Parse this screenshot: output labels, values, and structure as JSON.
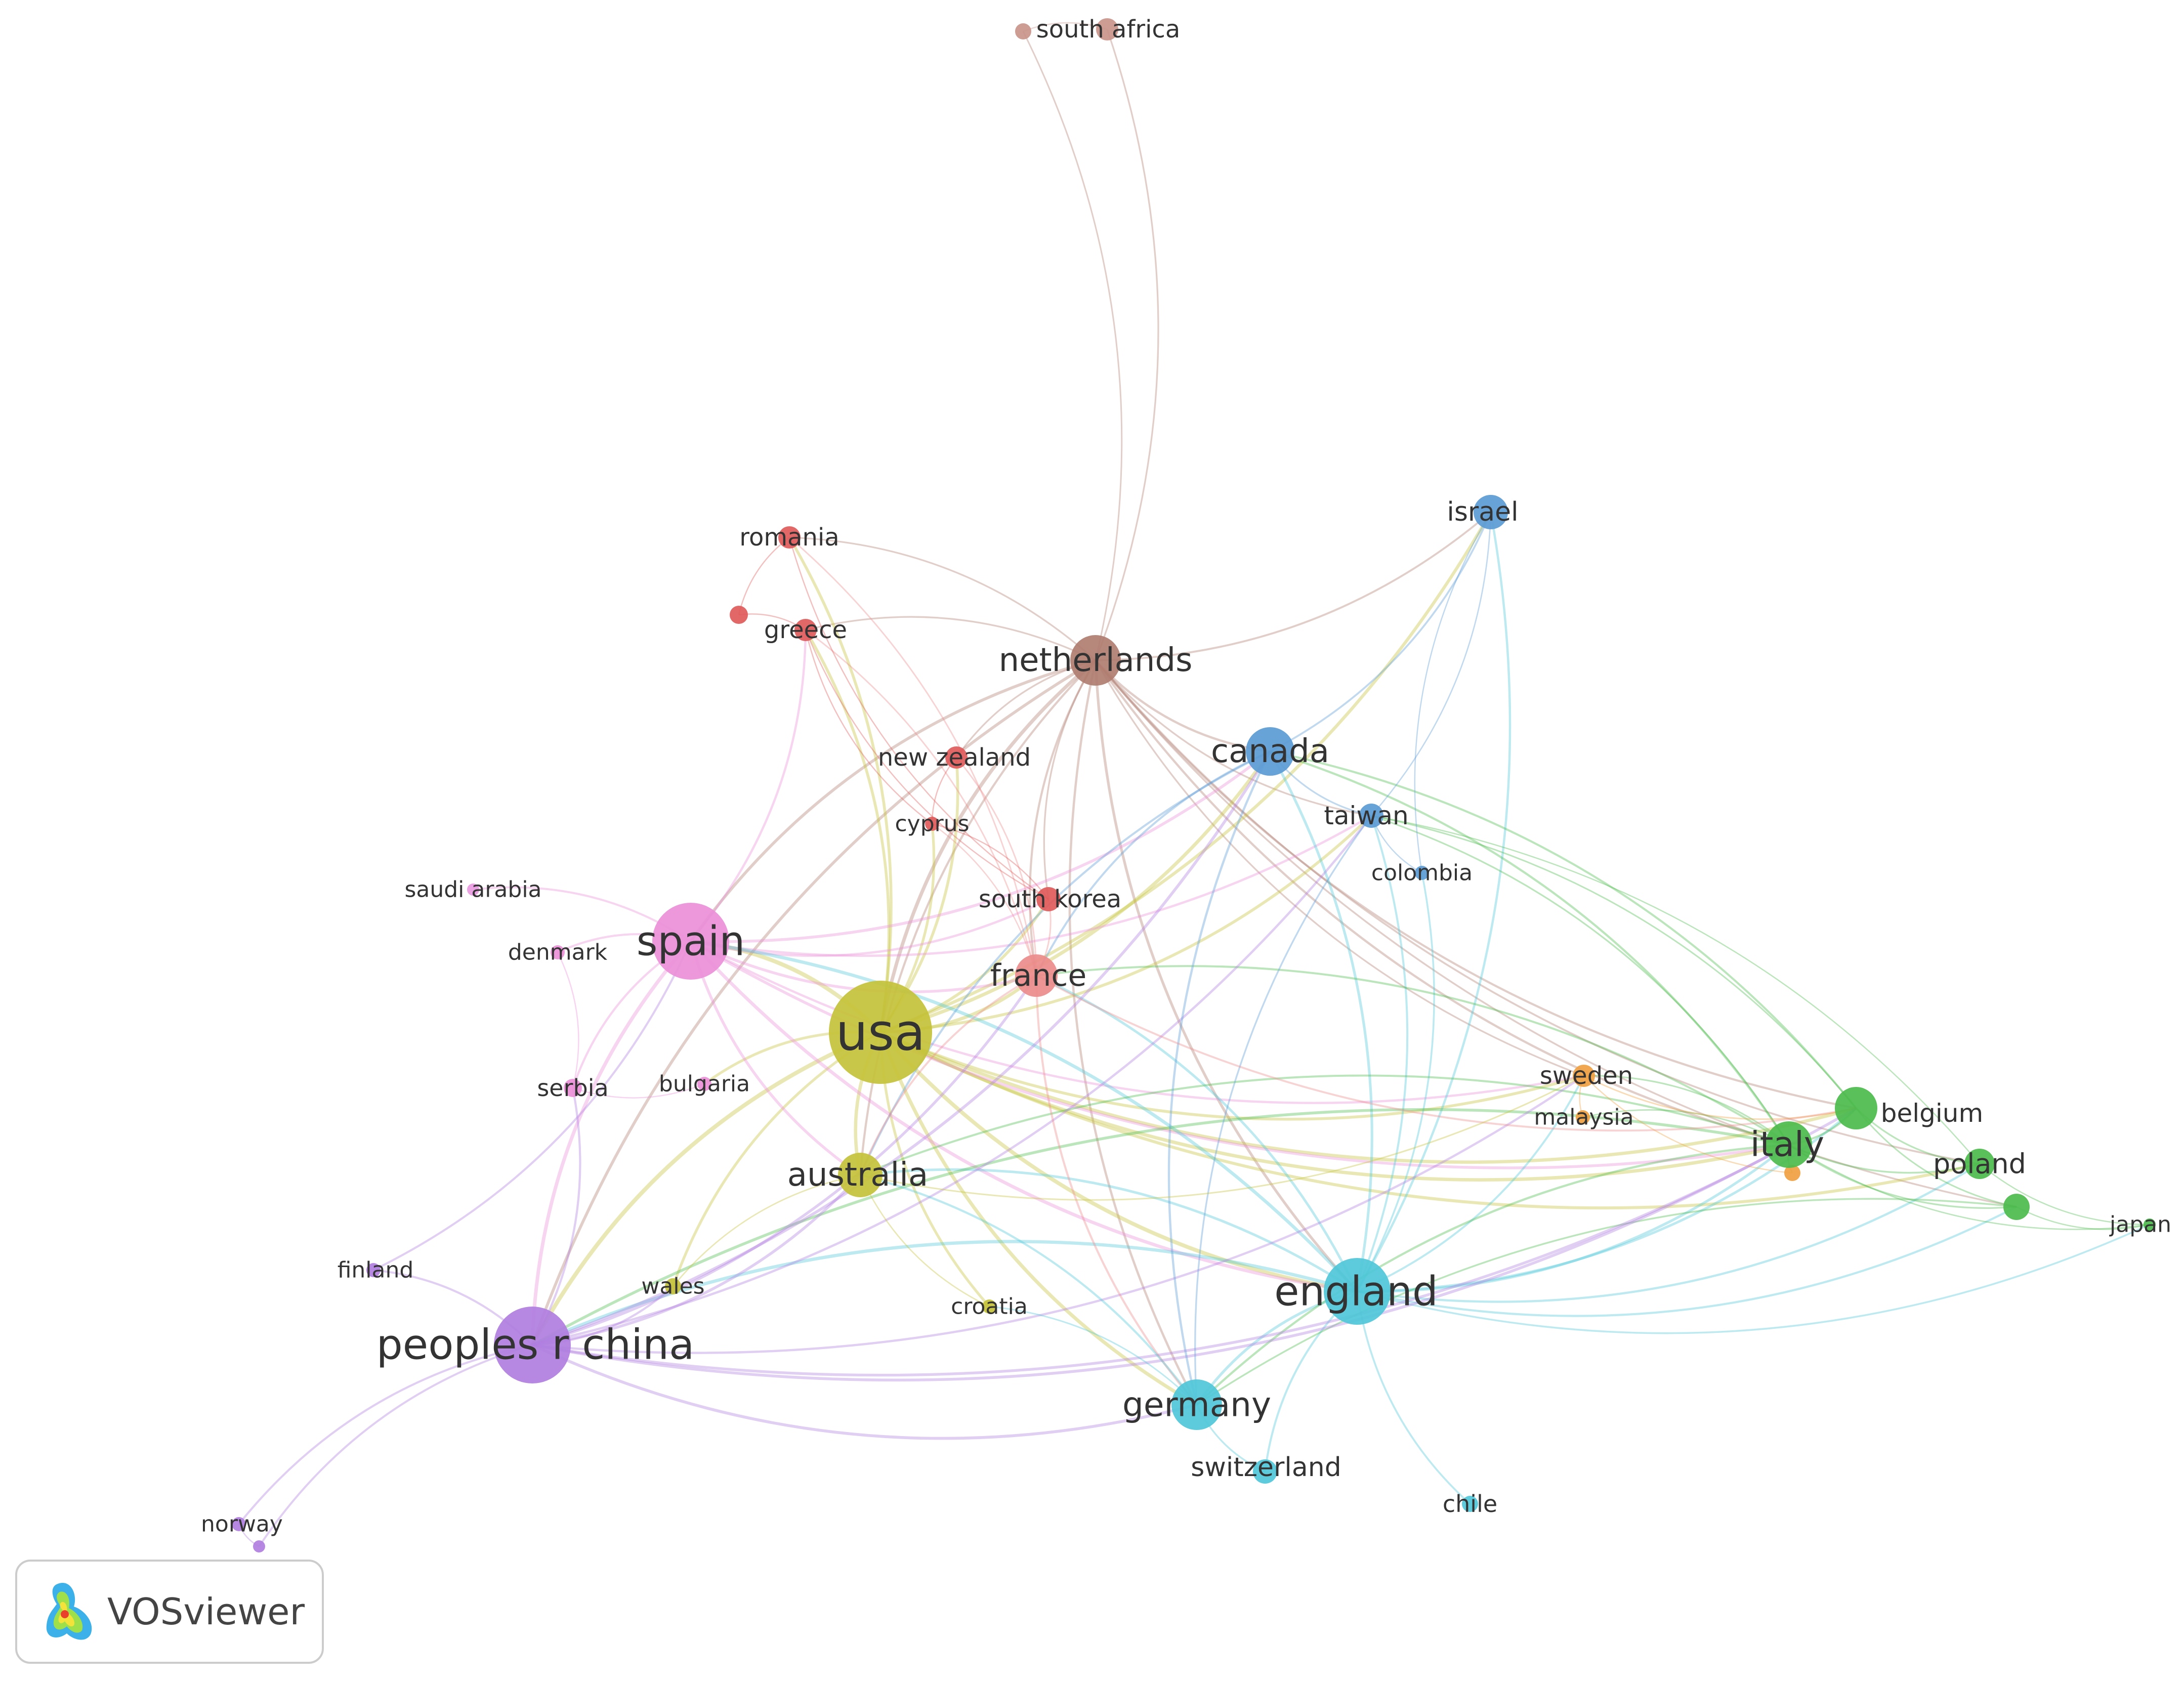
{
  "nodes": [
    {
      "id": "south_africa",
      "label": "south africa",
      "color": "#c9948a",
      "size": 1
    },
    {
      "id": "sa_small",
      "label": "",
      "color": "#c9948a",
      "size": 0
    },
    {
      "id": "romania",
      "label": "romania",
      "color": "#e05a5a",
      "size": 1
    },
    {
      "id": "red_small",
      "label": "",
      "color": "#e05a5a",
      "size": 0
    },
    {
      "id": "greece",
      "label": "greece",
      "color": "#e05a5a",
      "size": 1
    },
    {
      "id": "netherlands",
      "label": "netherlands",
      "color": "#b07d70",
      "size": 4
    },
    {
      "id": "israel",
      "label": "israel",
      "color": "#5b9bd5",
      "size": 2
    },
    {
      "id": "canada",
      "label": "canada",
      "color": "#5b9bd5",
      "size": 3
    },
    {
      "id": "taiwan",
      "label": "taiwan",
      "color": "#5b9bd5",
      "size": 1
    },
    {
      "id": "colombia",
      "label": "colombia",
      "color": "#5b9bd5",
      "size": 0
    },
    {
      "id": "new_zealand",
      "label": "new zealand",
      "color": "#e05a5a",
      "size": 1
    },
    {
      "id": "cyprus",
      "label": "cyprus",
      "color": "#e05a5a",
      "size": 0
    },
    {
      "id": "saudi_arabia",
      "label": "saudi arabia",
      "color": "#e89ae0",
      "size": 0
    },
    {
      "id": "spain",
      "label": "spain",
      "color": "#ea8fd8",
      "size": 6
    },
    {
      "id": "denmark",
      "label": "denmark",
      "color": "#ea8fd8",
      "size": 0
    },
    {
      "id": "south_korea",
      "label": "south korea",
      "color": "#e05a5a",
      "size": 1
    },
    {
      "id": "france",
      "label": "france",
      "color": "#ec8b8b",
      "size": 3
    },
    {
      "id": "usa",
      "label": "usa",
      "color": "#c4c23a",
      "size": 9
    },
    {
      "id": "serbia",
      "label": "serbia",
      "color": "#ea8fd8",
      "size": 1
    },
    {
      "id": "bulgaria",
      "label": "bulgaria",
      "color": "#ea8fd8",
      "size": 0
    },
    {
      "id": "sweden",
      "label": "sweden",
      "color": "#f0a040",
      "size": 1
    },
    {
      "id": "malaysia",
      "label": "malaysia",
      "color": "#f0a040",
      "size": 0
    },
    {
      "id": "orange_small",
      "label": "",
      "color": "#f0a040",
      "size": 0
    },
    {
      "id": "belgium",
      "label": "belgium",
      "color": "#4cbb4c",
      "size": 3
    },
    {
      "id": "italy",
      "label": "italy",
      "color": "#4cbb4c",
      "size": 3
    },
    {
      "id": "poland",
      "label": "poland",
      "color": "#4cbb4c",
      "size": 2
    },
    {
      "id": "green_small",
      "label": "",
      "color": "#4cbb4c",
      "size": 1
    },
    {
      "id": "japan",
      "label": "japan",
      "color": "#4cbb4c",
      "size": 0
    },
    {
      "id": "australia",
      "label": "australia",
      "color": "#c4c23a",
      "size": 3
    },
    {
      "id": "finland",
      "label": "finland",
      "color": "#b07ee0",
      "size": 0
    },
    {
      "id": "wales",
      "label": "wales",
      "color": "#c4c23a",
      "size": 0
    },
    {
      "id": "croatia",
      "label": "croatia",
      "color": "#c4c23a",
      "size": 0
    },
    {
      "id": "england",
      "label": "england",
      "color": "#4fc7d8",
      "size": 6
    },
    {
      "id": "peoples_r_china",
      "label": "peoples r china",
      "color": "#b07ee0",
      "size": 8
    },
    {
      "id": "germany",
      "label": "germany",
      "color": "#4fc7d8",
      "size": 4
    },
    {
      "id": "switzerland",
      "label": "switzerland",
      "color": "#4fc7d8",
      "size": 1
    },
    {
      "id": "chile",
      "label": "chile",
      "color": "#4fc7d8",
      "size": 0
    },
    {
      "id": "norway",
      "label": "norway",
      "color": "#b07ee0",
      "size": 0
    },
    {
      "id": "purple_small",
      "label": "",
      "color": "#b07ee0",
      "size": 0
    }
  ],
  "links": [
    [
      "netherlands",
      "south_africa"
    ],
    [
      "netherlands",
      "sa_small"
    ],
    [
      "netherlands",
      "romania"
    ],
    [
      "netherlands",
      "greece"
    ],
    [
      "netherlands",
      "israel"
    ],
    [
      "netherlands",
      "canada"
    ],
    [
      "netherlands",
      "spain"
    ],
    [
      "netherlands",
      "usa"
    ],
    [
      "netherlands",
      "france"
    ],
    [
      "netherlands",
      "england"
    ],
    [
      "netherlands",
      "italy"
    ],
    [
      "netherlands",
      "belgium"
    ],
    [
      "netherlands",
      "poland"
    ],
    [
      "netherlands",
      "green_small"
    ],
    [
      "netherlands",
      "sweden"
    ],
    [
      "netherlands",
      "australia"
    ],
    [
      "netherlands",
      "peoples_r_china"
    ],
    [
      "netherlands",
      "germany"
    ],
    [
      "netherlands",
      "new_zealand"
    ],
    [
      "netherlands",
      "taiwan"
    ],
    [
      "netherlands",
      "south_korea"
    ],
    [
      "usa",
      "spain"
    ],
    [
      "usa",
      "canada"
    ],
    [
      "usa",
      "england"
    ],
    [
      "usa",
      "australia"
    ],
    [
      "usa",
      "peoples_r_china"
    ],
    [
      "usa",
      "france"
    ],
    [
      "usa",
      "italy"
    ],
    [
      "usa",
      "belgium"
    ],
    [
      "usa",
      "germany"
    ],
    [
      "usa",
      "romania"
    ],
    [
      "usa",
      "greece"
    ],
    [
      "usa",
      "israel"
    ],
    [
      "usa",
      "new_zealand"
    ],
    [
      "usa",
      "cyprus"
    ],
    [
      "usa",
      "south_korea"
    ],
    [
      "usa",
      "taiwan"
    ],
    [
      "usa",
      "sweden"
    ],
    [
      "usa",
      "wales"
    ],
    [
      "usa",
      "croatia"
    ],
    [
      "usa",
      "bulgaria"
    ],
    [
      "usa",
      "poland"
    ],
    [
      "spain",
      "peoples_r_china"
    ],
    [
      "spain",
      "france"
    ],
    [
      "spain",
      "canada"
    ],
    [
      "spain",
      "taiwan"
    ],
    [
      "spain",
      "italy"
    ],
    [
      "spain",
      "england"
    ],
    [
      "spain",
      "australia"
    ],
    [
      "spain",
      "saudi_arabia"
    ],
    [
      "spain",
      "denmark"
    ],
    [
      "spain",
      "serbia"
    ],
    [
      "spain",
      "sweden"
    ],
    [
      "spain",
      "greece"
    ],
    [
      "spain",
      "south_korea"
    ],
    [
      "england",
      "italy"
    ],
    [
      "england",
      "belgium"
    ],
    [
      "england",
      "poland"
    ],
    [
      "england",
      "green_small"
    ],
    [
      "england",
      "germany"
    ],
    [
      "england",
      "switzerland"
    ],
    [
      "england",
      "chile"
    ],
    [
      "england",
      "canada"
    ],
    [
      "england",
      "peoples_r_china"
    ],
    [
      "england",
      "australia"
    ],
    [
      "england",
      "france"
    ],
    [
      "england",
      "taiwan"
    ],
    [
      "england",
      "colombia"
    ],
    [
      "england",
      "sweden"
    ],
    [
      "england",
      "israel"
    ],
    [
      "england",
      "japan"
    ],
    [
      "england",
      "spain"
    ],
    [
      "italy",
      "belgium"
    ],
    [
      "italy",
      "poland"
    ],
    [
      "italy",
      "green_small"
    ],
    [
      "italy",
      "japan"
    ],
    [
      "italy",
      "sweden"
    ],
    [
      "italy",
      "canada"
    ],
    [
      "italy",
      "taiwan"
    ],
    [
      "italy",
      "france"
    ],
    [
      "italy",
      "germany"
    ],
    [
      "italy",
      "australia"
    ],
    [
      "italy",
      "peoples_r_china"
    ],
    [
      "italy",
      "malaysia"
    ],
    [
      "italy",
      "orange_small"
    ],
    [
      "belgium",
      "poland"
    ],
    [
      "belgium",
      "green_small"
    ],
    [
      "belgium",
      "taiwan"
    ],
    [
      "belgium",
      "canada"
    ],
    [
      "poland",
      "japan"
    ],
    [
      "green_small",
      "japan"
    ],
    [
      "green_small",
      "germany"
    ],
    [
      "poland",
      "taiwan"
    ],
    [
      "peoples_r_china",
      "australia"
    ],
    [
      "peoples_r_china",
      "finland"
    ],
    [
      "peoples_r_china",
      "wales"
    ],
    [
      "peoples_r_china",
      "norway"
    ],
    [
      "peoples_r_china",
      "purple_small"
    ],
    [
      "peoples_r_china",
      "germany"
    ],
    [
      "peoples_r_china",
      "serbia"
    ],
    [
      "peoples_r_china",
      "france"
    ],
    [
      "peoples_r_china",
      "canada"
    ],
    [
      "peoples_r_china",
      "italy"
    ],
    [
      "peoples_r_china",
      "belgium"
    ],
    [
      "peoples_r_china",
      "sweden"
    ],
    [
      "peoples_r_china",
      "taiwan"
    ],
    [
      "canada",
      "israel"
    ],
    [
      "canada",
      "taiwan"
    ],
    [
      "canada",
      "germany"
    ],
    [
      "canada",
      "australia"
    ],
    [
      "canada",
      "france"
    ],
    [
      "taiwan",
      "israel"
    ],
    [
      "taiwan",
      "colombia"
    ],
    [
      "taiwan",
      "germany"
    ],
    [
      "france",
      "south_korea"
    ],
    [
      "france",
      "new_zealand"
    ],
    [
      "france",
      "greece"
    ],
    [
      "france",
      "romania"
    ],
    [
      "france",
      "belgium"
    ],
    [
      "france",
      "cyprus"
    ],
    [
      "france",
      "germany"
    ],
    [
      "france",
      "australia"
    ],
    [
      "germany",
      "switzerland"
    ],
    [
      "germany",
      "australia"
    ],
    [
      "germany",
      "croatia"
    ],
    [
      "australia",
      "wales"
    ],
    [
      "australia",
      "croatia"
    ],
    [
      "australia",
      "sweden"
    ],
    [
      "greece",
      "red_small"
    ],
    [
      "greece",
      "south_korea"
    ],
    [
      "romania",
      "south_korea"
    ],
    [
      "romania",
      "red_small"
    ],
    [
      "new_zealand",
      "cyprus"
    ],
    [
      "south_korea",
      "cyprus"
    ],
    [
      "greece",
      "cyprus"
    ],
    [
      "sweden",
      "malaysia"
    ],
    [
      "sweden",
      "orange_small"
    ],
    [
      "sweden",
      "belgium"
    ],
    [
      "serbia",
      "bulgaria"
    ],
    [
      "serbia",
      "denmark"
    ],
    [
      "finland",
      "spain"
    ],
    [
      "norway",
      "purple_small"
    ],
    [
      "south_africa",
      "sa_small"
    ],
    [
      "israel",
      "colombia"
    ]
  ],
  "badge": {
    "name": "VOSviewer",
    "icon": "vosviewer-logo-icon"
  }
}
